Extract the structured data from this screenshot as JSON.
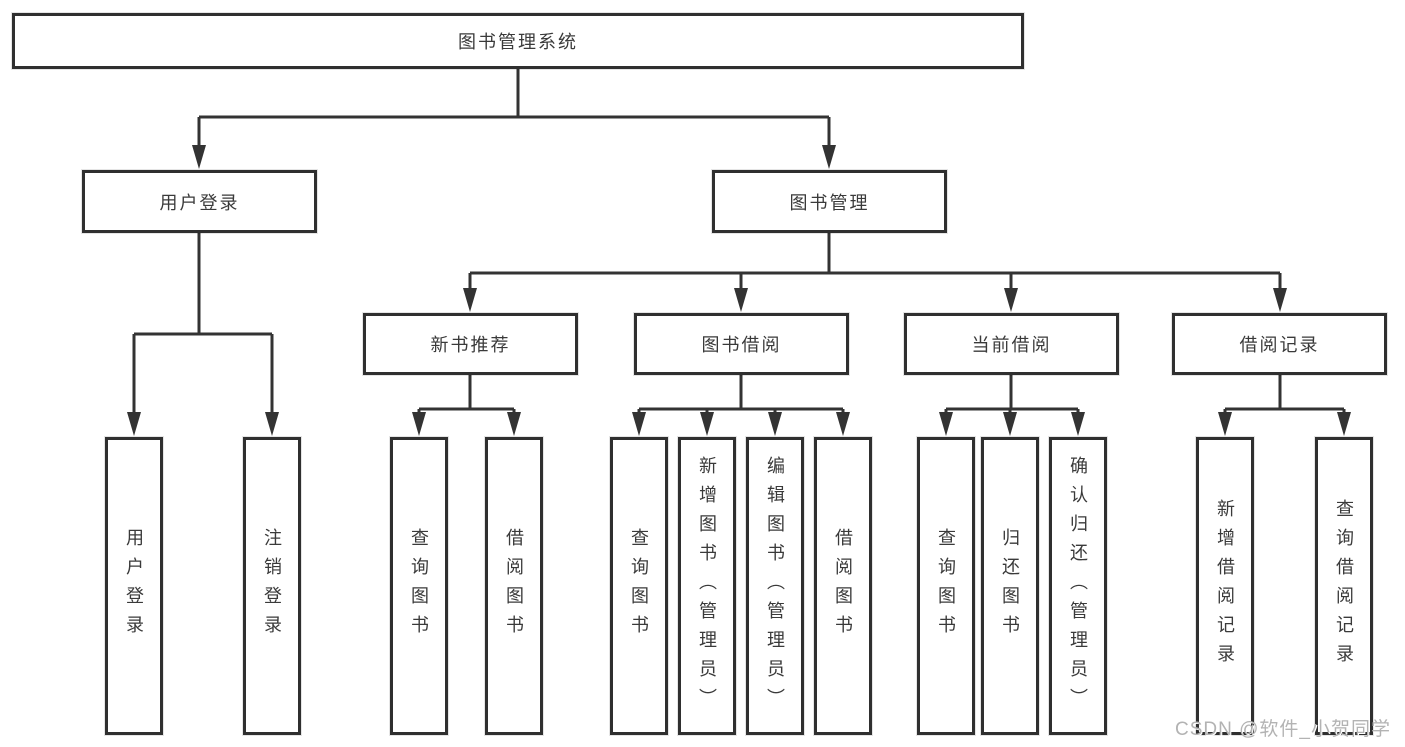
{
  "tree": {
    "root": {
      "label": "图书管理系统",
      "children": [
        {
          "label": "用户登录",
          "children": [
            {
              "label": "用户登录"
            },
            {
              "label": "注销登录"
            }
          ]
        },
        {
          "label": "图书管理",
          "children": [
            {
              "label": "新书推荐",
              "children": [
                {
                  "label": "查询图书"
                },
                {
                  "label": "借阅图书"
                }
              ]
            },
            {
              "label": "图书借阅",
              "children": [
                {
                  "label": "查询图书"
                },
                {
                  "label": "新增图书（管理员）"
                },
                {
                  "label": "编辑图书（管理员）"
                },
                {
                  "label": "借阅图书"
                }
              ]
            },
            {
              "label": "当前借阅",
              "children": [
                {
                  "label": "查询图书"
                },
                {
                  "label": "归还图书"
                },
                {
                  "label": "确认归还（管理员）"
                }
              ]
            },
            {
              "label": "借阅记录",
              "children": [
                {
                  "label": "新增借阅记录"
                },
                {
                  "label": "查询借阅记录"
                }
              ]
            }
          ]
        }
      ]
    }
  },
  "watermark": {
    "text": "CSDN @软件_小贺同学"
  },
  "colors": {
    "line": "#333333",
    "box_border": "#2f2f2f",
    "text": "#3a3a3a",
    "box_background": "#ffffff",
    "watermark": "#b3b3b3"
  }
}
